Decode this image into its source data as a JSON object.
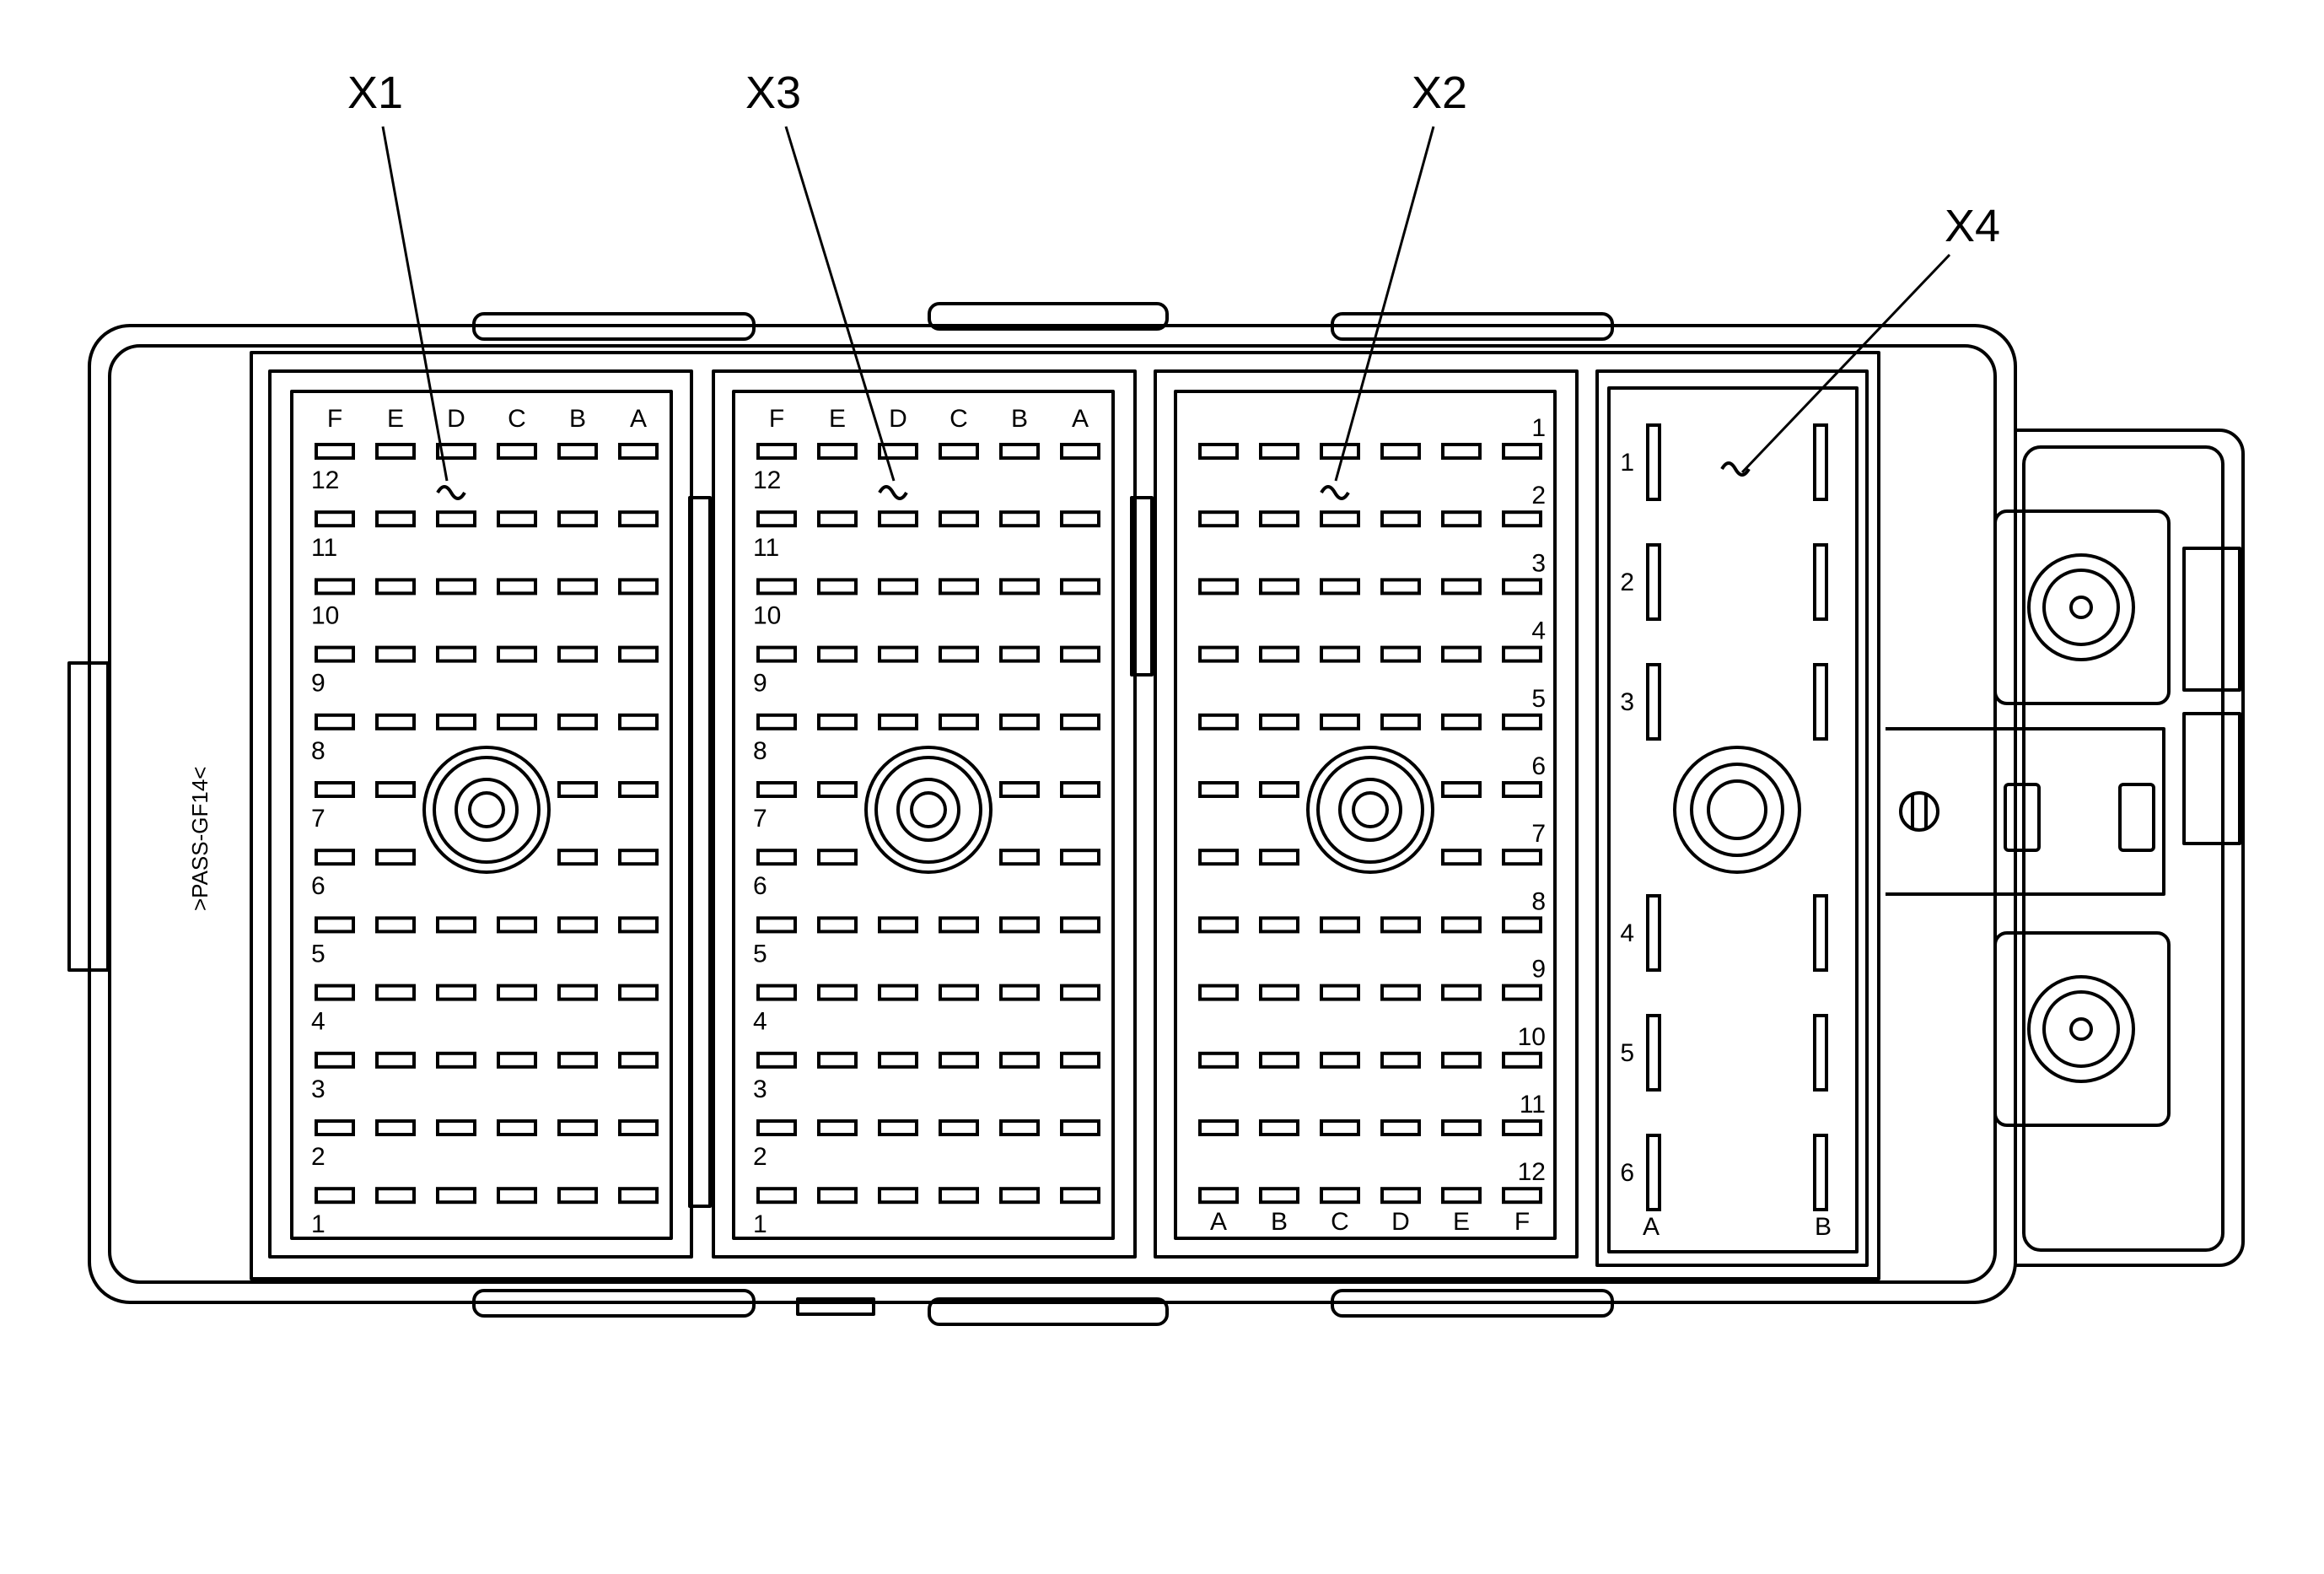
{
  "side_label": ">PASS-GF14<",
  "connectors": {
    "x1": {
      "name": "X1",
      "columns": [
        "F",
        "E",
        "D",
        "C",
        "B",
        "A"
      ],
      "rows": [
        "12",
        "11",
        "10",
        "9",
        "8",
        "7",
        "6",
        "5",
        "4",
        "3",
        "2",
        "1"
      ]
    },
    "x3": {
      "name": "X3",
      "columns": [
        "F",
        "E",
        "D",
        "C",
        "B",
        "A"
      ],
      "rows": [
        "12",
        "11",
        "10",
        "9",
        "8",
        "7",
        "6",
        "5",
        "4",
        "3",
        "2",
        "1"
      ]
    },
    "x2": {
      "name": "X2",
      "columns": [
        "A",
        "B",
        "C",
        "D",
        "E",
        "F"
      ],
      "rows": [
        "1",
        "2",
        "3",
        "4",
        "5",
        "6",
        "7",
        "8",
        "9",
        "10",
        "11",
        "12"
      ]
    },
    "x4": {
      "name": "X4",
      "columns": [
        "A",
        "B"
      ],
      "rows": [
        "1",
        "2",
        "3",
        "4",
        "5",
        "6"
      ]
    }
  },
  "style": {
    "stroke": "#000000",
    "background": "#ffffff"
  }
}
